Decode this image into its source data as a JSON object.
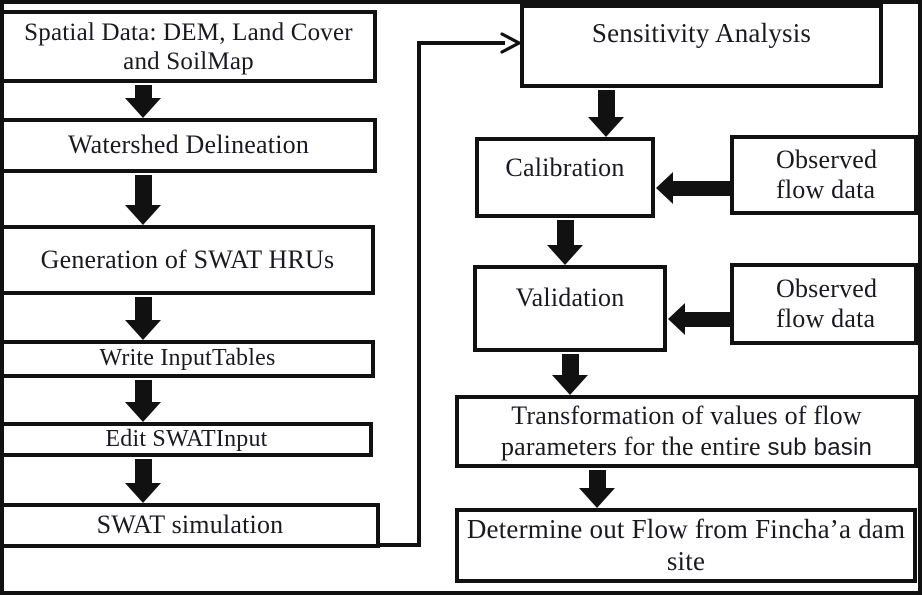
{
  "colors": {
    "border": "#111111",
    "text": "#191923",
    "background": "#ffffff"
  },
  "nodes": {
    "spatial_data": "Spatial Data: DEM, Land Cover and SoilMap",
    "watershed_delineation": "Watershed Delineation",
    "generation_hrus": "Generation of SWAT HRUs",
    "write_input_tables": "Write InputTables",
    "edit_swat_input": "Edit SWATInput",
    "swat_simulation": "SWAT simulation",
    "sensitivity_analysis": "Sensitivity Analysis",
    "calibration": "Calibration",
    "observed_flow_1": "Observed flow data",
    "observed_flow_2": "Observed flow data",
    "validation": "Validation",
    "transformation_serif": "Transformation of values of flow parameters for the entire",
    "transformation_sans": "sub basin",
    "determine_outflow": "Determine out Flow from Fincha’a dam site"
  },
  "edges": [
    {
      "from": "spatial_data",
      "to": "watershed_delineation",
      "style": "block-arrow-down"
    },
    {
      "from": "watershed_delineation",
      "to": "generation_hrus",
      "style": "block-arrow-down"
    },
    {
      "from": "generation_hrus",
      "to": "write_input_tables",
      "style": "block-arrow-down"
    },
    {
      "from": "write_input_tables",
      "to": "edit_swat_input",
      "style": "block-arrow-down"
    },
    {
      "from": "edit_swat_input",
      "to": "swat_simulation",
      "style": "block-arrow-down"
    },
    {
      "from": "swat_simulation",
      "to": "sensitivity_analysis",
      "style": "thin-line-arrow"
    },
    {
      "from": "sensitivity_analysis",
      "to": "calibration",
      "style": "block-arrow-down"
    },
    {
      "from": "observed_flow_1",
      "to": "calibration",
      "style": "block-arrow-left"
    },
    {
      "from": "calibration",
      "to": "validation",
      "style": "block-arrow-down"
    },
    {
      "from": "observed_flow_2",
      "to": "validation",
      "style": "block-arrow-left"
    },
    {
      "from": "validation",
      "to": "transformation",
      "style": "block-arrow-down"
    },
    {
      "from": "transformation",
      "to": "determine_outflow",
      "style": "block-arrow-down"
    }
  ]
}
